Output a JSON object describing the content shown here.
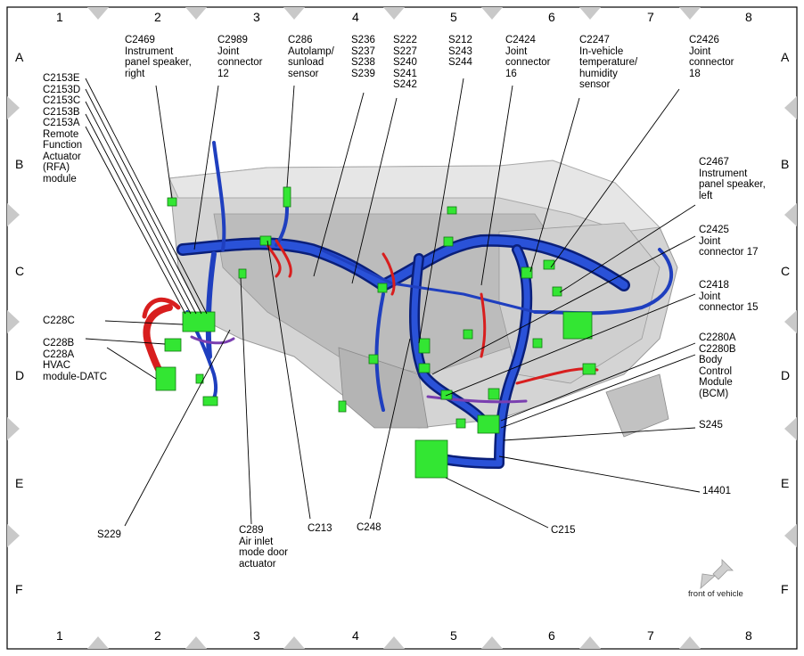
{
  "grid": {
    "columns": [
      "1",
      "2",
      "3",
      "4",
      "5",
      "6",
      "7",
      "8"
    ],
    "rows": [
      "A",
      "B",
      "C",
      "D",
      "E",
      "F"
    ]
  },
  "labels": {
    "c2469": "C2469\nInstrument\npanel speaker,\nright",
    "c2989": "C2989\nJoint\nconnector\n12",
    "c286": "C286\nAutolamp/\nsunload\nsensor",
    "s236": "S236\nS237\nS238\nS239",
    "s222": "S222\nS227\nS240\nS241\nS242",
    "s212": "S212\nS243\nS244",
    "c2424": "C2424\nJoint\nconnector\n16",
    "c2247": "C2247\nIn-vehicle\ntemperature/\nhumidity\nsensor",
    "c2426": "C2426\nJoint\nconnector\n18",
    "c2153": "C2153E\nC2153D\nC2153C\nC2153B\nC2153A\nRemote\nFunction\nActuator\n(RFA)\nmodule",
    "c2467": "C2467\nInstrument\npanel speaker,\nleft",
    "c2425": "C2425\nJoint\nconnector 17",
    "c2418": "C2418\nJoint\nconnector 15",
    "c228": "C228C\n\nC228B\nC228A\nHVAC\nmodule-DATC",
    "c2280": "C2280A\nC2280B\nBody\nControl\nModule\n(BCM)",
    "s245": "S245",
    "n14401": "14401",
    "s229": "S229",
    "c289": "C289\nAir inlet\nmode door\nactuator",
    "c213": "C213",
    "c248": "C248",
    "c215": "C215"
  },
  "front_of_vehicle": "front of vehicle",
  "colors": {
    "harness_blue": "#1f3fbf",
    "harness_dark": "#0a1f7a",
    "connector_green": "#33e633",
    "wire_red": "#d81e1e",
    "wire_purple": "#7a3fb0",
    "panel_grey": "#c8c8c8",
    "frame": "#000000"
  }
}
